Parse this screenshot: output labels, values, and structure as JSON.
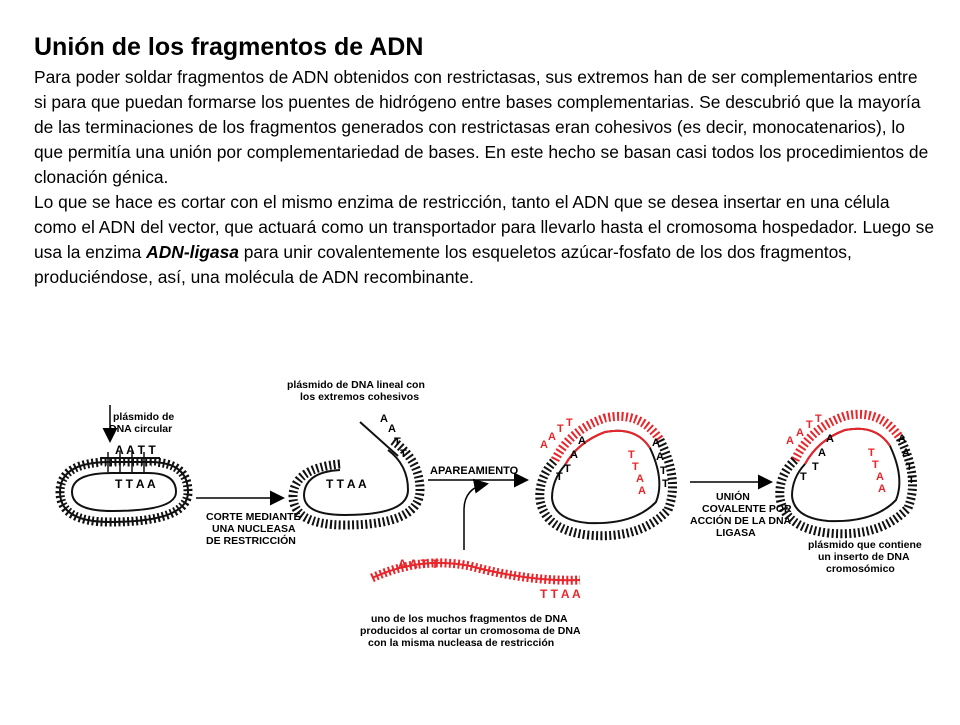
{
  "title": "Unión de los fragmentos de ADN",
  "paragraph1": "Para poder soldar fragmentos de ADN obtenidos con restrictasas, sus extremos han de ser complementarios entre si para que puedan formarse los puentes de hidrógeno entre bases complementarias. Se descubrió que la mayoría de las terminaciones de los fragmentos generados con restrictasas eran cohesivos (es decir, monocatenarios), lo que permitía una unión por complementariedad de bases. En este hecho se basan casi todos los procedimientos de clonación génica.",
  "paragraph2": {
    "before": "Lo que se hace es cortar con el mismo enzima de restricción, tanto el ADN que se desea insertar en una célula como el ADN del vector, que actuará como un transportador para llevarlo hasta el cromosoma hospedador. Luego se usa la enzima ",
    "emphasis": "ADN-ligasa",
    "after": " para unir covalentemente los esqueletos azúcar-fosfato de los dos fragmentos, produciéndose, así, una molécula de ADN recombinante."
  },
  "diagram": {
    "label_circular_1": "plásmido de",
    "label_circular_2": "DNA circular",
    "label_linear_1": "plásmido de DNA lineal con",
    "label_linear_2": "los extremos cohesivos",
    "step_cut_1": "CORTE MEDIANTE",
    "step_cut_2": "UNA NUCLEASA",
    "step_cut_3": "DE RESTRICCIÓN",
    "step_pairing": "APAREAMIENTO",
    "step_union_1": "UNIÓN",
    "step_union_2": "COVALENTE POR",
    "step_union_3": "ACCIÓN DE LA DNA",
    "step_union_4": "LIGASA",
    "label_insert_1": "plásmido que contiene",
    "label_insert_2": "un inserto de DNA",
    "label_insert_3": "cromosómico",
    "label_fragment_1": "uno de los muchos fragmentos de DNA",
    "label_fragment_2": "producidos al cortar un cromosoma de DNA",
    "label_fragment_3": "con la misma nucleasa de restricción",
    "seq_top": "A A T T",
    "seq_bottom": "T T A A",
    "base_a": "A",
    "base_t": "T",
    "colors": {
      "vector": "#111111",
      "insert": "#e8262b"
    }
  }
}
